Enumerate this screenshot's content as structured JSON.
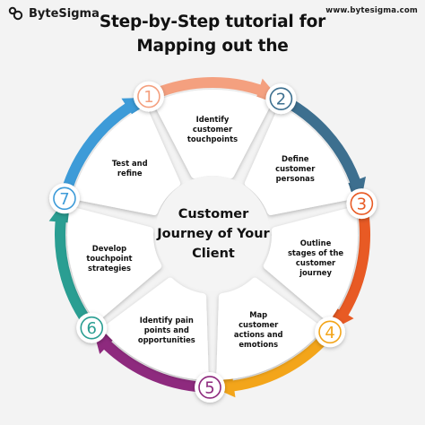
{
  "brand": {
    "name": "ByteSigma",
    "url": "www.bytesigma.com"
  },
  "title": {
    "line1": "Step-by-Step tutorial for",
    "line2": "Mapping out the"
  },
  "center": {
    "text": "Customer\nJourney of Your\nClient"
  },
  "steps": [
    {
      "number": "1",
      "label": "Identify\ncustomer\ntouchpoints",
      "color": "#f4a07f"
    },
    {
      "number": "2",
      "label": "Define\ncustomer\npersonas",
      "color": "#3d6f8f"
    },
    {
      "number": "3",
      "label": "Outline\nstages of the\ncustomer\njourney",
      "color": "#e85a24"
    },
    {
      "number": "4",
      "label": "Map\ncustomer\nactions and\nemotions",
      "color": "#f3a51a"
    },
    {
      "number": "5",
      "label": "Identify pain\npoints and\nopportunities",
      "color": "#8e2a7e"
    },
    {
      "number": "6",
      "label": "Develop\ntouchpoint\nstrategies",
      "color": "#2a9e92"
    },
    {
      "number": "7",
      "label": "Test and\nrefine",
      "color": "#3d9bd8"
    }
  ]
}
